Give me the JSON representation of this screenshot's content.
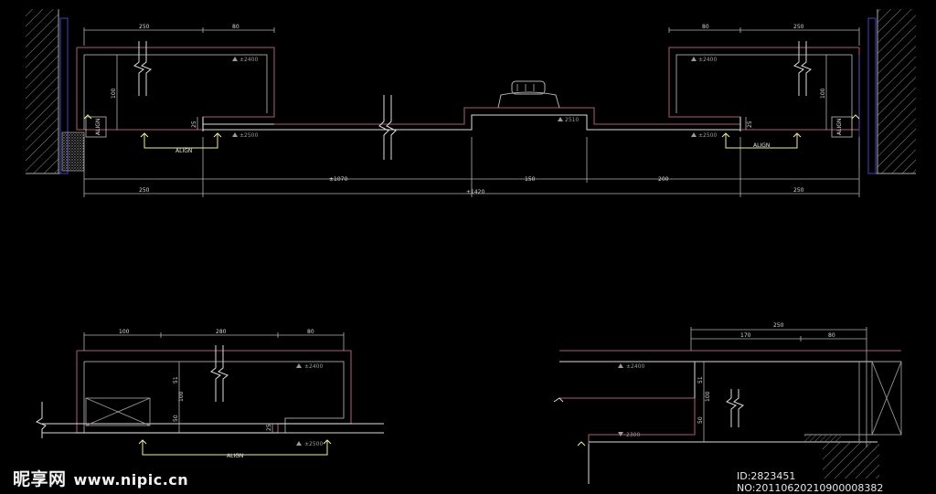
{
  "colors": {
    "background": "#000000",
    "wall": "#8a4a5a",
    "grey": "#9a9a9a",
    "ceiling": "#dcdcdc",
    "dim": "#cfcfcf",
    "arrow": "#f0f0a0"
  },
  "top": {
    "dims_top_left": [
      "250",
      "80"
    ],
    "dims_top_right": [
      "80",
      "250"
    ],
    "dim_vert_left": "100",
    "dim_vert_right": "100",
    "dim_small_left": "25",
    "dim_small_right": "25",
    "level_upper_left": "±2400",
    "level_upper_right": "±2400",
    "level_lower_left": "±2500",
    "level_lower_right": "±2500",
    "level_center": "2510",
    "align_left": "ALIGN",
    "align_right": "ALIGN",
    "dims_row1": [
      "±1070",
      "150",
      "200"
    ],
    "dims_row2": [
      "250",
      "±1420",
      "250"
    ]
  },
  "bottom_left": {
    "dims_top": [
      "100",
      "280",
      "80"
    ],
    "dim_v1": "51",
    "dim_v2": "100",
    "dim_v3": "50",
    "dim_small": "25",
    "level_upper": "±2400",
    "level_lower": "±2500",
    "align": "ALIGN"
  },
  "bottom_right": {
    "dim_total": "250",
    "dims_top": [
      "170",
      "80"
    ],
    "dim_v1": "51",
    "dim_v2": "100",
    "dim_v3": "50",
    "level_upper": "±2400",
    "level_lower": "2300"
  },
  "watermark": {
    "brand": "昵享网",
    "url": "www.nipic.cn"
  },
  "image_id": "ID:2823451 NO:20110620210900008382"
}
